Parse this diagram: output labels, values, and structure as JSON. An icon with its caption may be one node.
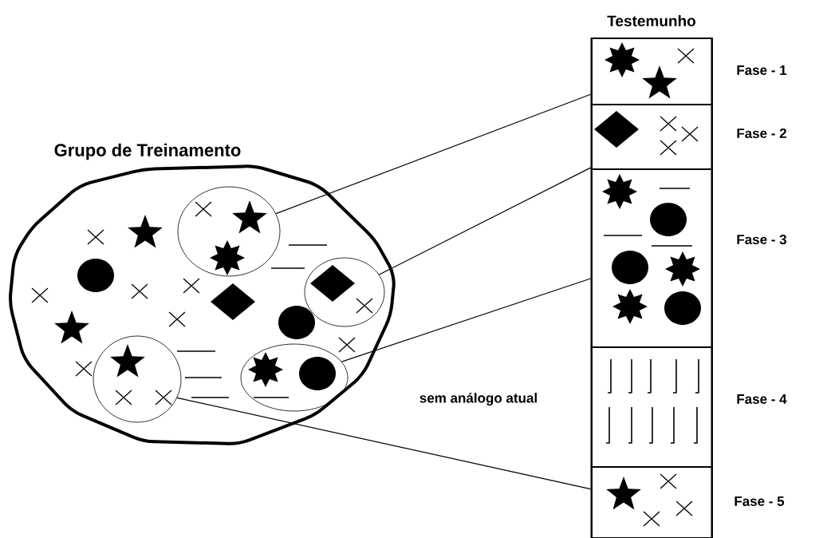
{
  "diagram": {
    "nodes": [
      {
        "text": [
          "Grupo de Treinamento"
        ]
      },
      {
        "text": [],
        "shape": "ellipse",
        "in": 0
      },
      {
        "text": [],
        "shape": "ellipse",
        "in": 0
      },
      {
        "text": [],
        "shape": "ellipse",
        "in": 0
      },
      {
        "text": [],
        "shape": "ellipse",
        "in": 0
      },
      {
        "text": [
          "Testemunho"
        ]
      },
      {
        "text": [],
        "shape": "box",
        "in": 5,
        "beside": [
          "Fase - 1"
        ]
      },
      {
        "text": [],
        "shape": "box",
        "in": 5,
        "beside": [
          "Fase - 2"
        ]
      },
      {
        "text": [],
        "shape": "box",
        "in": 5,
        "beside": [
          "Fase - 3"
        ]
      },
      {
        "text": [],
        "shape": "box",
        "in": 5,
        "beside": [
          "Fase - 4"
        ]
      },
      {
        "text": [],
        "shape": "box",
        "in": 5,
        "beside": [
          "Fase - 5"
        ]
      }
    ],
    "edges": [
      {
        "from": 1,
        "to": 6,
        "arrow": "none"
      },
      {
        "from": 2,
        "to": 7,
        "arrow": "none"
      },
      {
        "from": 3,
        "to": 8,
        "arrow": "none"
      },
      {
        "from": 4,
        "to": 10,
        "arrow": "none"
      }
    ],
    "labels": [
      "sem análogo atual"
    ]
  }
}
